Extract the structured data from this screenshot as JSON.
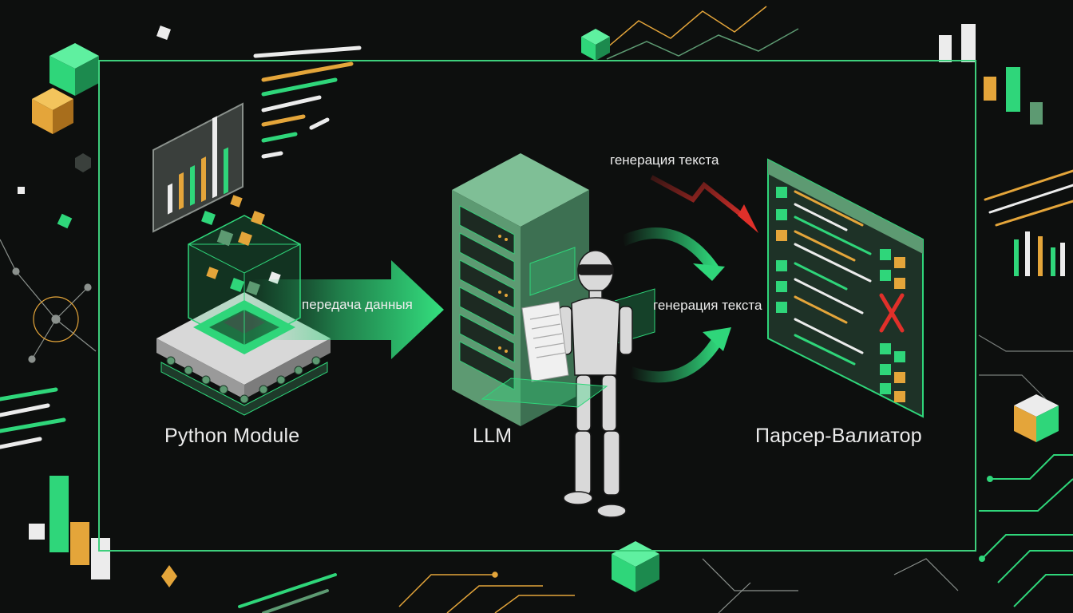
{
  "diagram": {
    "nodes": {
      "python_module": "Python Module",
      "llm": "LLM",
      "parser_validator": "Парсер-Валиатор"
    },
    "edges": {
      "data_transfer": "передача данныя",
      "generation_top": "генерация текста",
      "generation_mid": "генерация текста"
    }
  },
  "colors": {
    "background": "#0d0f0e",
    "accent_green": "#2fd67a",
    "dark_green": "#5d9a72",
    "orange": "#e4a53a",
    "error_red": "#e0302a",
    "frame": "#3ecf7c"
  }
}
